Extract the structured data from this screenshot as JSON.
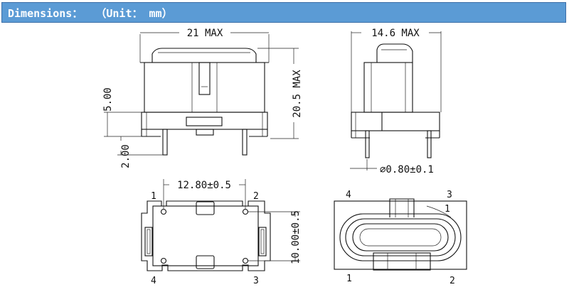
{
  "header": {
    "title": "Dimensions：  （Unit： mm）",
    "background": "#5b9bd5"
  },
  "front_view": {
    "width_label": "21 MAX",
    "height_label": "20.5 MAX",
    "body_label": "5.00",
    "pin_label": "2.00"
  },
  "side_view": {
    "width_label": "14.6 MAX",
    "pin_diameter_label": "∅0.80±0.1"
  },
  "bottom_view": {
    "pitch_x_label": "12.80±0.5",
    "pitch_y_label": "10.00±0.5",
    "pin_1": "1",
    "pin_2": "2",
    "pin_3": "3",
    "pin_4": "4"
  },
  "top_view": {
    "pin_4": "4",
    "pin_3": "3",
    "pin_1": "1",
    "pin_2": "2",
    "marker": "1"
  }
}
